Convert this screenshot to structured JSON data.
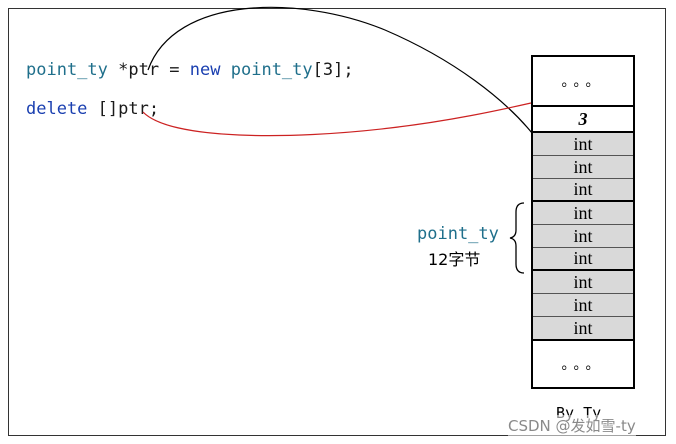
{
  "code": {
    "line1": [
      {
        "text": "point_ty",
        "kind": "type"
      },
      {
        "text": " *ptr = ",
        "kind": "plain"
      },
      {
        "text": "new",
        "kind": "kw"
      },
      {
        "text": " ",
        "kind": "plain"
      },
      {
        "text": "point_ty",
        "kind": "type"
      },
      {
        "text": "[3];",
        "kind": "plain"
      }
    ],
    "line2": [
      {
        "text": "delete",
        "kind": "kw"
      },
      {
        "text": " []ptr;",
        "kind": "plain"
      }
    ]
  },
  "memory": {
    "top_dots": "。。。",
    "count_cell": "3",
    "cells": [
      "int",
      "int",
      "int",
      "int",
      "int",
      "int",
      "int",
      "int",
      "int"
    ],
    "bottom_dots": "。。。"
  },
  "annotation": {
    "struct_name": "point_ty",
    "brace": "{",
    "size_text": "12字节"
  },
  "signature": "By Ty",
  "watermark": "CSDN @发如雪-ty",
  "colors": {
    "type": "#1f6f8b",
    "keyword": "#1a3fb0",
    "plain": "#1a1a1a",
    "new_arrow": "#000000",
    "delete_arrow": "#cc2222",
    "cell_fill": "#d9d9d9"
  }
}
